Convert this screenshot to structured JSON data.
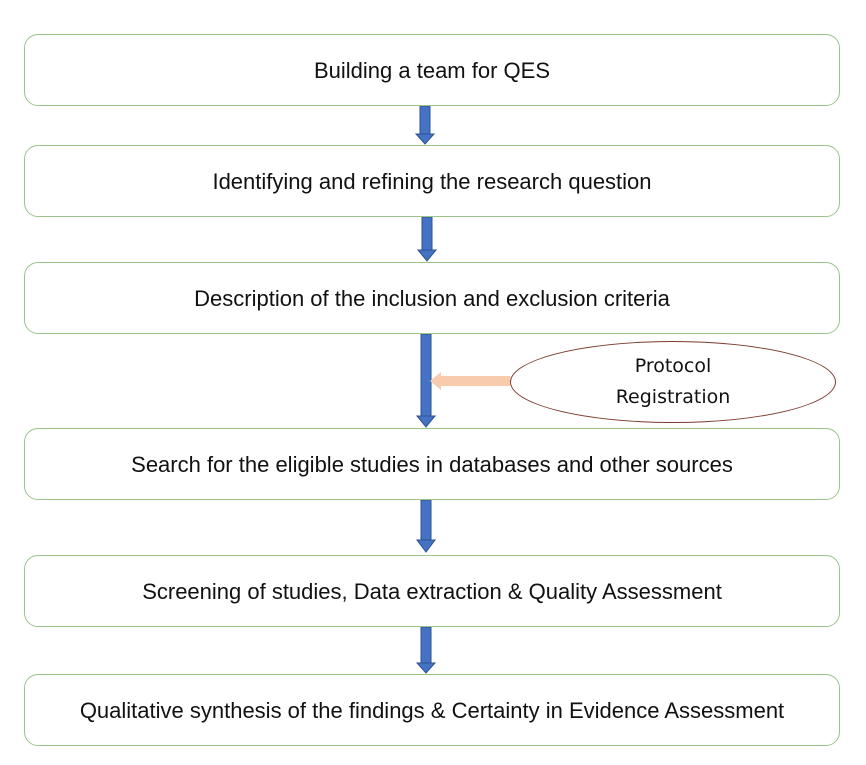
{
  "flowchart": {
    "steps": [
      {
        "label": "Building a team for QES"
      },
      {
        "label": "Identifying and refining the research question"
      },
      {
        "label": "Description of the inclusion and exclusion criteria"
      },
      {
        "label": "Search for the eligible studies in databases and other sources"
      },
      {
        "label": "Screening of studies, Data extraction & Quality Assessment"
      },
      {
        "label": "Qualitative synthesis of the findings & Certainty in Evidence Assessment"
      }
    ],
    "side_input": {
      "line1": "Protocol",
      "line2": "Registration"
    }
  },
  "colors": {
    "box_border": "#9cc48a",
    "main_arrow": "#4472c4",
    "main_arrow_outline": "#2f528f",
    "side_arrow": "#f8cbad",
    "ellipse_border": "#7a3b2e"
  }
}
